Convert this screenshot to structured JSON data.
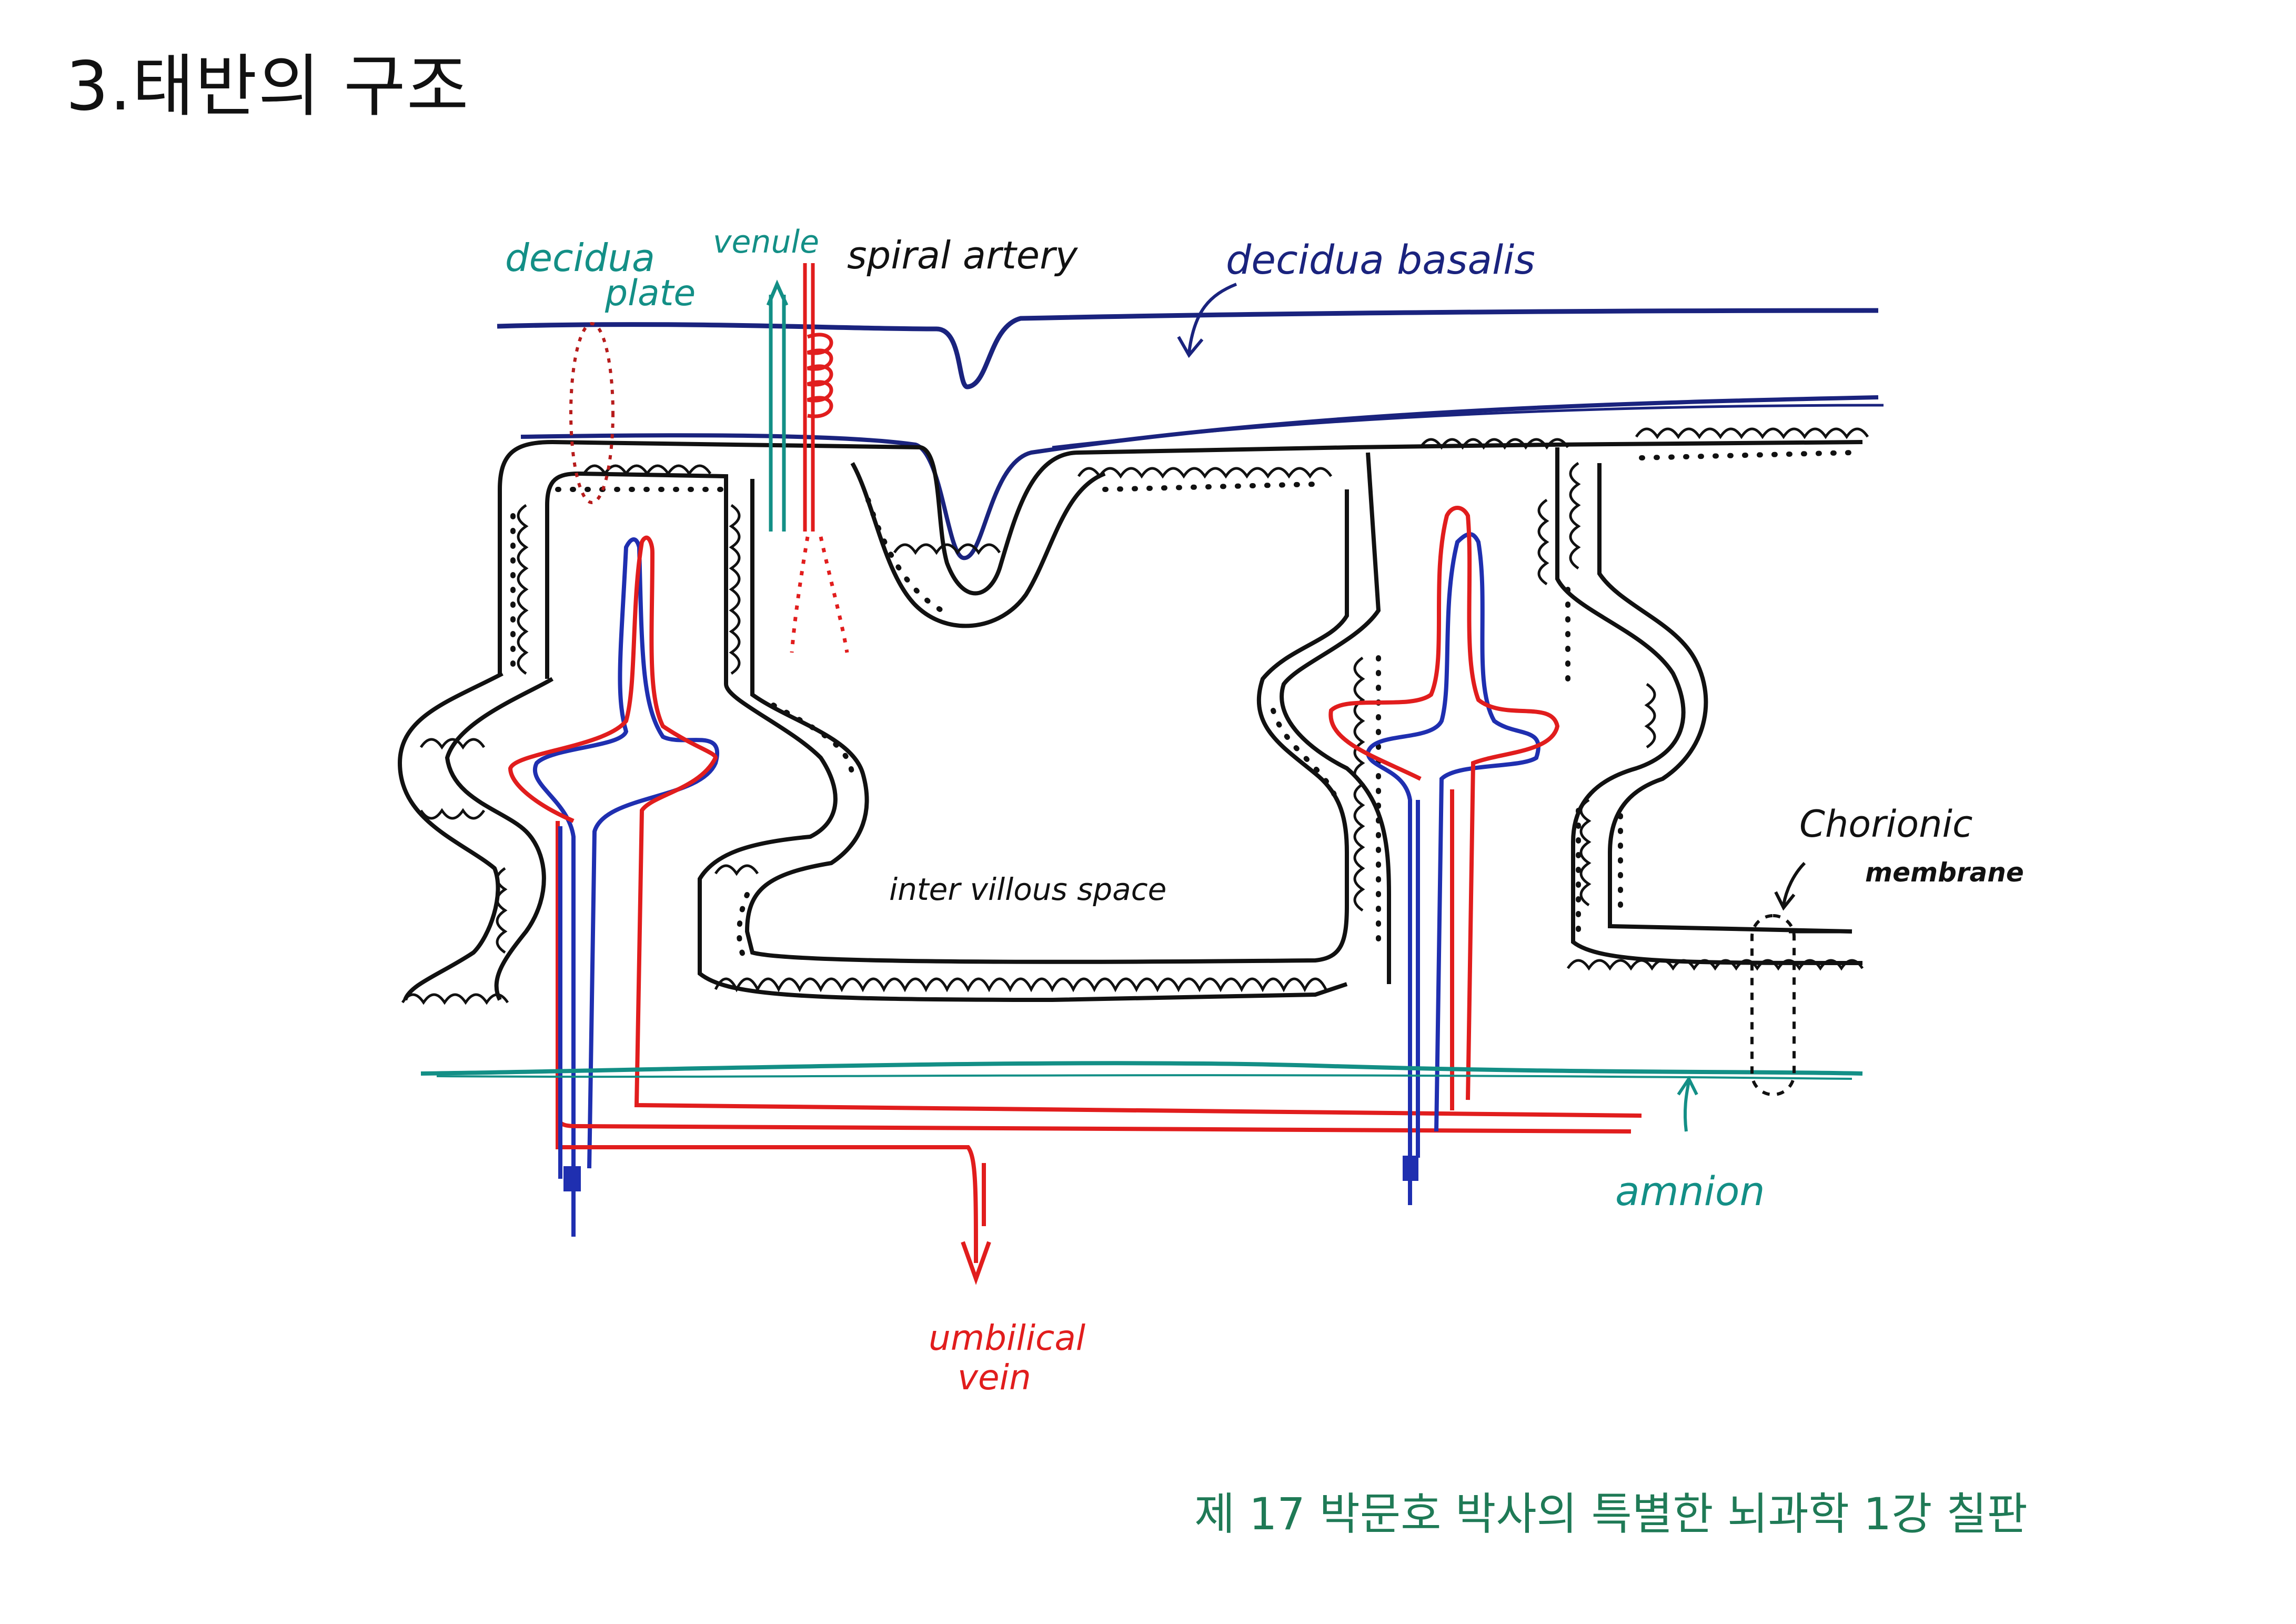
{
  "title": "3.태반의 구조",
  "footer": "제 17 박문호 박사의 특별한 뇌과학 1강 칠판",
  "colors": {
    "black": "#111111",
    "blue": "#1f2fb0",
    "red": "#e11d1d",
    "teal": "#138f86",
    "navy": "#1a237e",
    "footer": "#1f7a56"
  },
  "labels": {
    "decidua_plate_1": "decidua",
    "decidua_plate_2": "plate",
    "venule": "venule",
    "spiral_artery": "spiral artery",
    "decidua_basalis": "decidua basalis",
    "intervillous_space": "inter villous space",
    "chorionic_1": "Chorionic",
    "chorionic_2": "membrane",
    "amnion": "amnion",
    "umbilical_1": "umbilical",
    "umbilical_2": "vein"
  }
}
